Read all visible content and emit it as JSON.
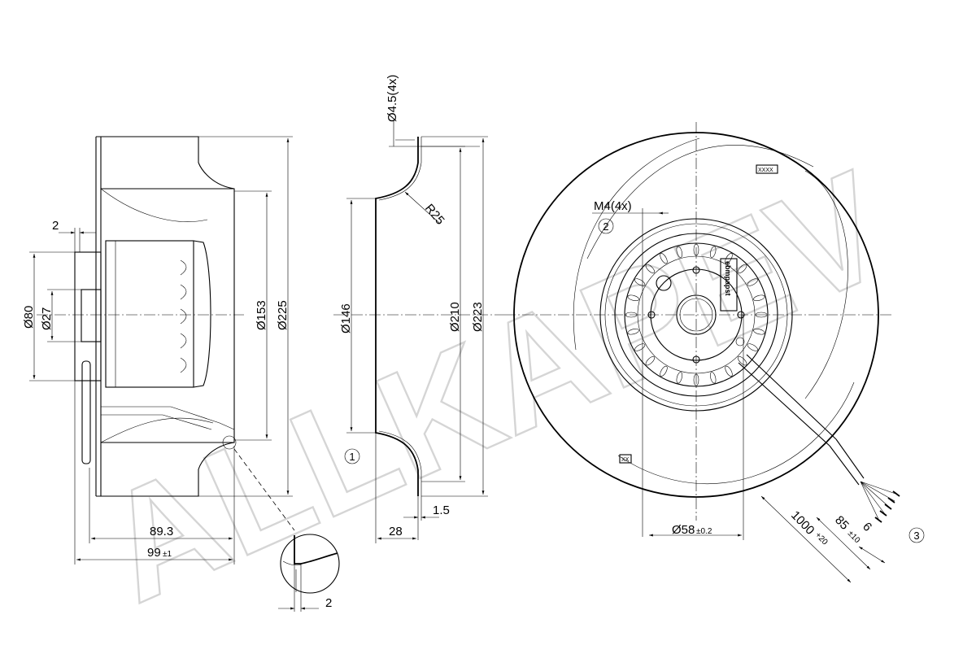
{
  "watermark": "ALLKAPEV",
  "side_view": {
    "dims": {
      "d80": "Ø80",
      "d27": "Ø27",
      "d153": "Ø153",
      "d225": "Ø225",
      "two": "2",
      "len_89": "89.3",
      "len_99": "99",
      "len_99_tol": "±1"
    }
  },
  "section_view": {
    "dims": {
      "hole": "Ø4.5(4x)",
      "radius": "R25",
      "d146": "Ø146",
      "d210": "Ø210",
      "d223": "Ø223",
      "w15": "1.5",
      "w28": "28"
    },
    "callout": "1"
  },
  "detail": {
    "dim": "2"
  },
  "front_view": {
    "thread": "M4(4x)",
    "thread_callout": "2",
    "hub": "Ø58",
    "hub_tol": "±0.2",
    "cable_len": "1000",
    "cable_len_tol": "+20",
    "strip_len": "85",
    "strip_tol": "±10",
    "wire_strip": "6",
    "cable_callout": "3",
    "label_text": "ebmpapst",
    "badge_top": "XXXX",
    "badge_bottom": "XX"
  }
}
